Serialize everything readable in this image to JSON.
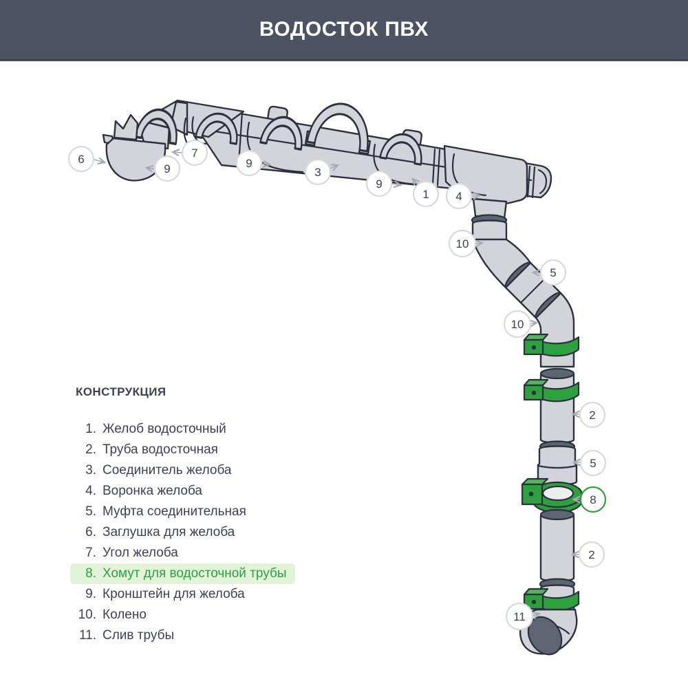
{
  "header": {
    "title": "ВОДОСТОК ПВХ",
    "bg_color": "#4e5364",
    "text_color": "#ffffff"
  },
  "legend": {
    "title": "КОНСТРУКЦИЯ",
    "items": [
      {
        "number": "1.",
        "label": "Желоб водосточный",
        "highlighted": false
      },
      {
        "number": "2.",
        "label": "Труба водосточная",
        "highlighted": false
      },
      {
        "number": "3.",
        "label": "Соединитель желоба",
        "highlighted": false
      },
      {
        "number": "4.",
        "label": "Воронка желоба",
        "highlighted": false
      },
      {
        "number": "5.",
        "label": "Муфта соединительная",
        "highlighted": false
      },
      {
        "number": "6.",
        "label": "Заглушка для желоба",
        "highlighted": false
      },
      {
        "number": "7.",
        "label": "Угол желоба",
        "highlighted": false
      },
      {
        "number": "8.",
        "label": "Хомут для водосточной трубы",
        "highlighted": true
      },
      {
        "number": "9.",
        "label": "Кронштейн для желоба",
        "highlighted": false
      },
      {
        "number": "10.",
        "label": "Колено",
        "highlighted": false
      },
      {
        "number": "11.",
        "label": "Слив трубы",
        "highlighted": false
      }
    ],
    "highlight_bg": "#e2f4d8",
    "highlight_text": "#2f9e41"
  },
  "diagram": {
    "callouts": [
      {
        "number": "6"
      },
      {
        "number": "9"
      },
      {
        "number": "7"
      },
      {
        "number": "9"
      },
      {
        "number": "3"
      },
      {
        "number": "9"
      },
      {
        "number": "1"
      },
      {
        "number": "4"
      },
      {
        "number": "10"
      },
      {
        "number": "5"
      },
      {
        "number": "10"
      },
      {
        "number": "2"
      },
      {
        "number": "5"
      },
      {
        "number": "8"
      },
      {
        "number": "2"
      },
      {
        "number": "11"
      }
    ],
    "colors": {
      "part_fill": "#d2d4da",
      "outline": "#2c313d",
      "socket_fill": "#5f6472",
      "clamp_green": "#2da13d"
    }
  }
}
